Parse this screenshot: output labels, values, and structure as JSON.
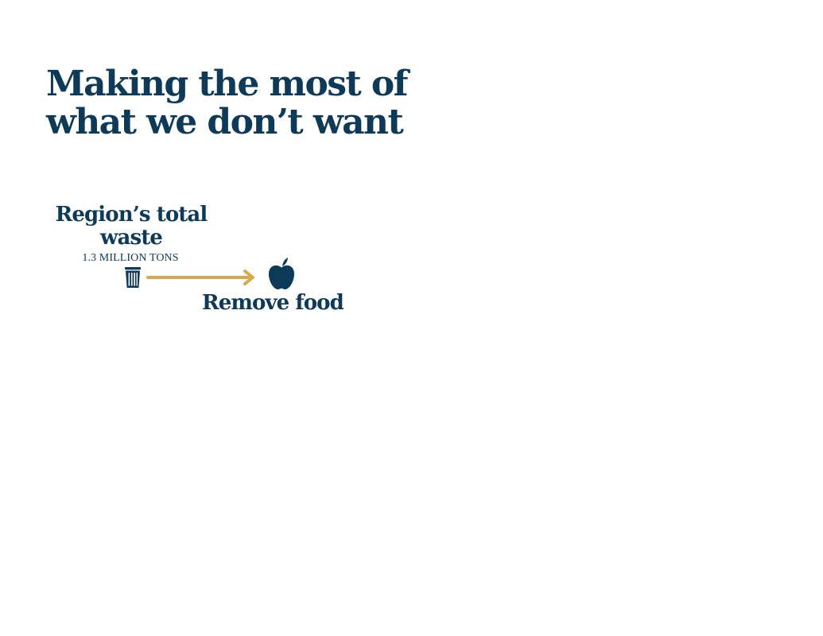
{
  "title": {
    "line1": "Making the most of",
    "line2": "what we don’t want"
  },
  "source": {
    "title_line1": "Region’s total",
    "title_line2": "waste",
    "amount": "1.3 MILLION TONS",
    "icon": "trash-can-icon"
  },
  "steps": [
    {
      "label": "Remove food",
      "icon": "apple-icon"
    }
  ],
  "colors": {
    "text": "#0d3a58",
    "arrow": "#d9a84c",
    "background": "#ffffff"
  }
}
